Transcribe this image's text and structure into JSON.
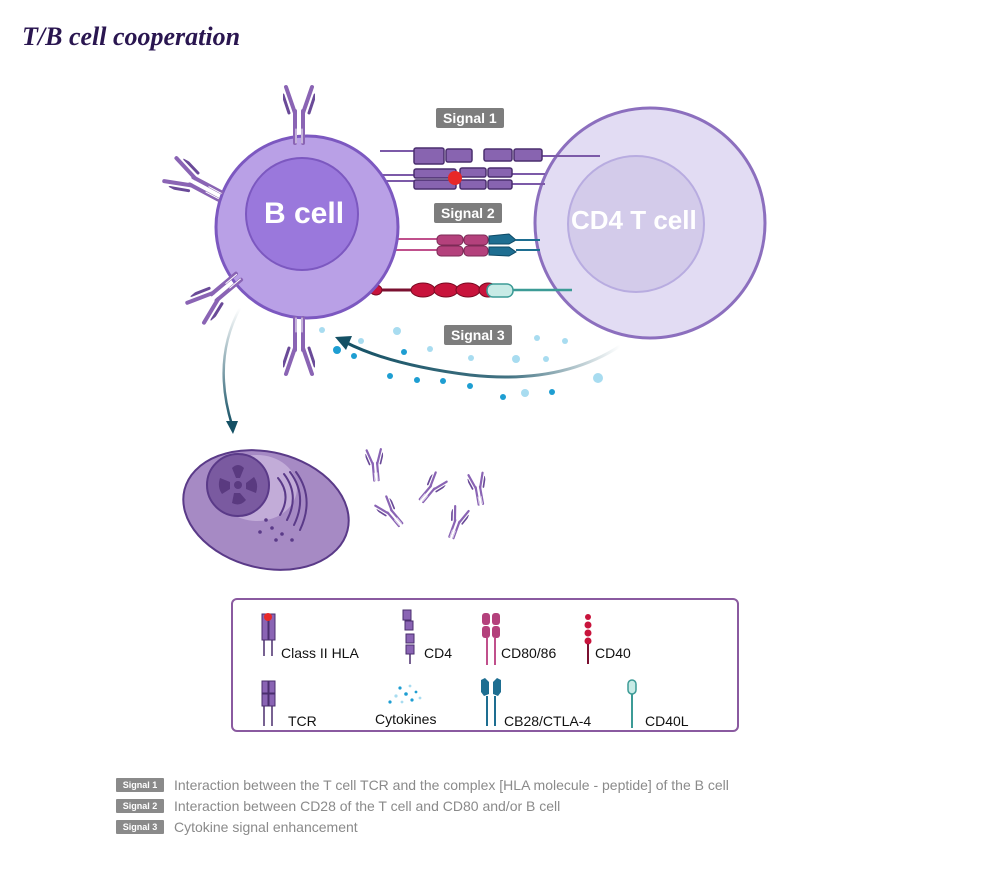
{
  "title": "T/B cell cooperation",
  "cells": {
    "b_cell": "B cell",
    "t_cell": "CD4 T cell"
  },
  "signals": {
    "s1": "Signal 1",
    "s2": "Signal 2",
    "s3": "Signal 3"
  },
  "legend": {
    "class2_hla": "Class II HLA",
    "cd4": "CD4",
    "cd80_86": "CD80/86",
    "cd40": "CD40",
    "tcr": "TCR",
    "cytokines": "Cytokines",
    "cb28_ctla4": "CB28/CTLA-4",
    "cd40l": "CD40L"
  },
  "notes": [
    {
      "badge": "Signal 1",
      "text": "Interaction between the T cell TCR and the complex [HLA molecule - peptide] of the B cell"
    },
    {
      "badge": "Signal 2",
      "text": "Interaction between CD28 of the T cell and CD80 and/or B cell"
    },
    {
      "badge": "Signal 3",
      "text": "Cytokine signal enhancement"
    }
  ],
  "colors": {
    "b_cell": "#b9a0e6",
    "b_nucleus": "#9a78dc",
    "t_cell": "#e2dcf3",
    "t_nucleus": "#d3cbea",
    "receptor_purple": "#8a64b4",
    "cd80_pink": "#b4417c",
    "cd40_red": "#c8143c",
    "cd28_blue": "#1e6e91",
    "cd40l_teal": "#3c9b96",
    "cytokine_blue": "#1e9ed2",
    "arrow": "#145064"
  }
}
